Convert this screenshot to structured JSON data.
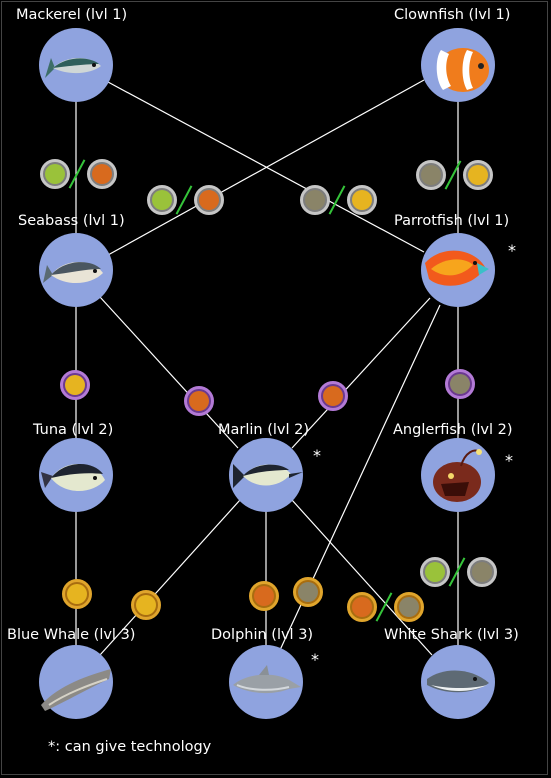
{
  "species": {
    "mackerel": {
      "label": "Mackerel (lvl 1)"
    },
    "clownfish": {
      "label": "Clownfish (lvl 1)"
    },
    "seabass": {
      "label": "Seabass (lvl 1)"
    },
    "parrotfish": {
      "label": "Parrotfish (lvl 1)",
      "star": "*"
    },
    "tuna": {
      "label": "Tuna (lvl 2)"
    },
    "marlin": {
      "label": "Marlin (lvl 2)",
      "star": "*"
    },
    "anglerfish": {
      "label": "Anglerfish (lvl 2)",
      "star": "*"
    },
    "bluewhale": {
      "label": "Blue Whale (lvl 3)"
    },
    "dolphin": {
      "label": "Dolphin (lvl 3)",
      "star": "*"
    },
    "whiteshark": {
      "label": "White Shark (lvl 3)"
    }
  },
  "footnote": "*: can give technology",
  "colors": {
    "background": "#000000",
    "node_fill": "#8fa3df",
    "link_line": "#ffffff",
    "or_slash": "#35c43a",
    "coin_lvl1": "#7d7d7d",
    "coin_lvl2": "#6b3a8f",
    "coin_lvl3": "#a86d10"
  },
  "resource_icons": [
    "fish-food-icon",
    "shrimp-icon",
    "bell-icon",
    "sponge-icon"
  ]
}
